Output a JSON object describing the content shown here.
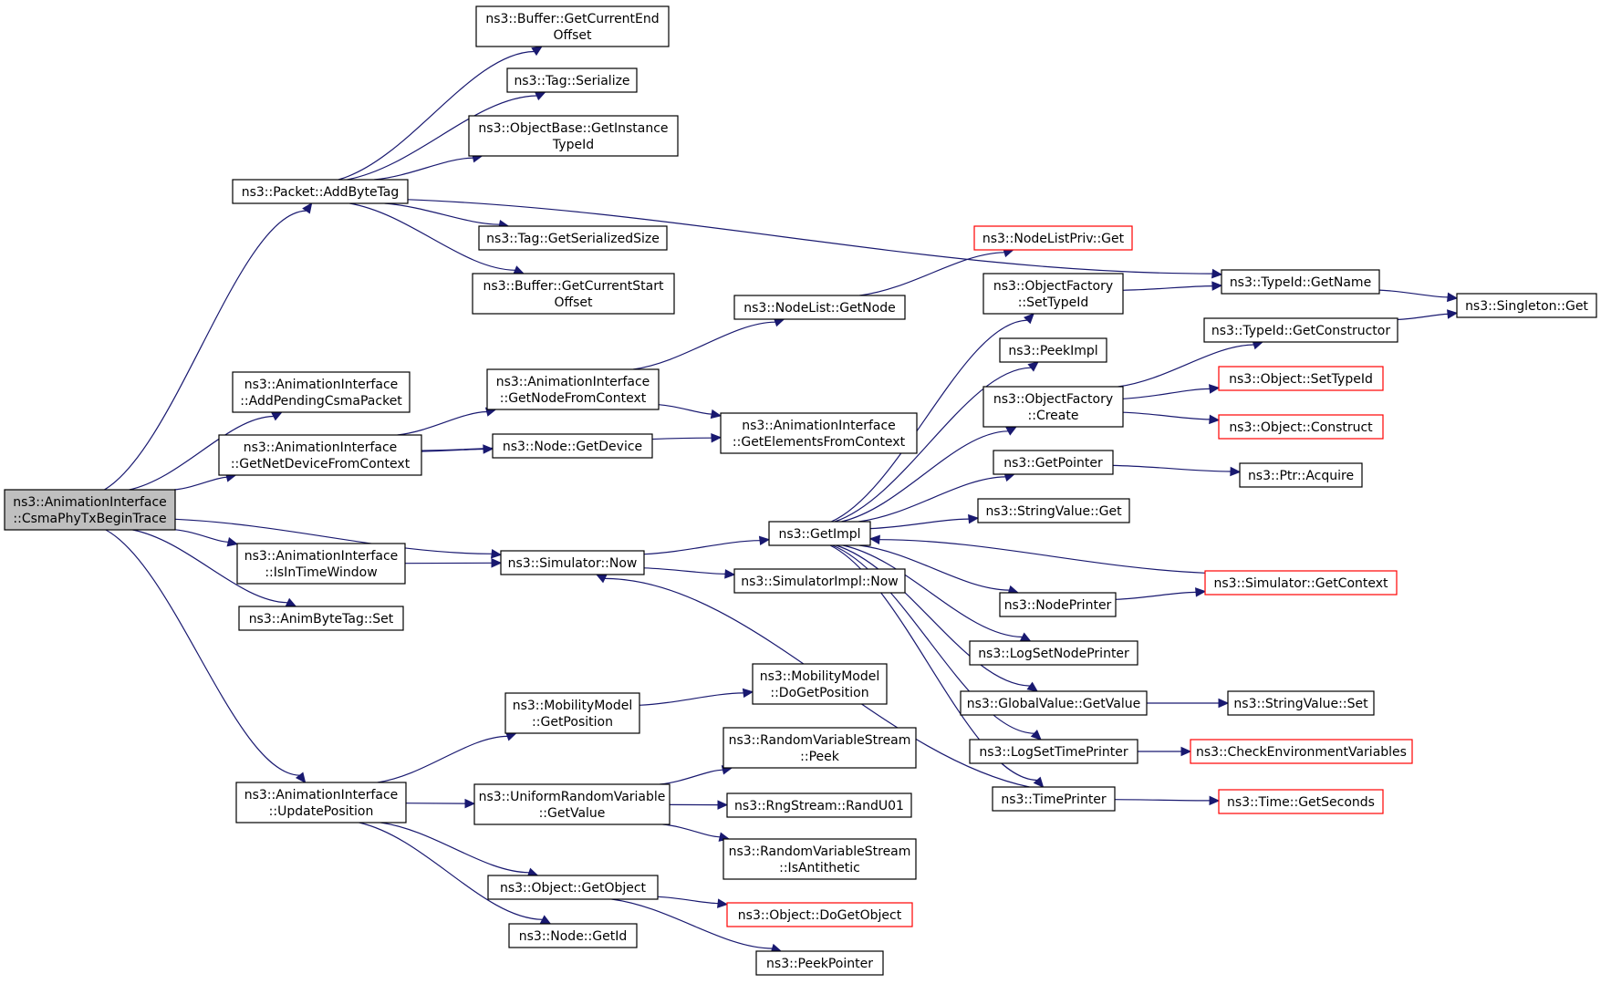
{
  "colors": {
    "edge": "#191970",
    "root_fill": "#bfbfbf",
    "node_border": "#000000",
    "truncated_border": "#ff0000"
  },
  "nodes": {
    "root": {
      "lines": [
        "ns3::AnimationInterface",
        "::CsmaPhyTxBeginTrace"
      ]
    },
    "addByteTag": {
      "lines": [
        "ns3::Packet::AddByteTag"
      ]
    },
    "addPendingCsmaPacket": {
      "lines": [
        "ns3::AnimationInterface",
        "::AddPendingCsmaPacket"
      ]
    },
    "getNetDeviceFromContext": {
      "lines": [
        "ns3::AnimationInterface",
        "::GetNetDeviceFromContext"
      ]
    },
    "isInTimeWindow": {
      "lines": [
        "ns3::AnimationInterface",
        "::IsInTimeWindow"
      ]
    },
    "animByteTagSet": {
      "lines": [
        "ns3::AnimByteTag::Set"
      ]
    },
    "updatePosition": {
      "lines": [
        "ns3::AnimationInterface",
        "::UpdatePosition"
      ]
    },
    "bufferGetCurrentEndOffset": {
      "lines": [
        "ns3::Buffer::GetCurrentEnd",
        "Offset"
      ]
    },
    "tagSerialize": {
      "lines": [
        "ns3::Tag::Serialize"
      ]
    },
    "getInstanceTypeId": {
      "lines": [
        "ns3::ObjectBase::GetInstance",
        "TypeId"
      ]
    },
    "tagGetSerializedSize": {
      "lines": [
        "ns3::Tag::GetSerializedSize"
      ]
    },
    "bufferGetCurrentStartOffset": {
      "lines": [
        "ns3::Buffer::GetCurrentStart",
        "Offset"
      ]
    },
    "getNodeFromContext": {
      "lines": [
        "ns3::AnimationInterface",
        "::GetNodeFromContext"
      ]
    },
    "nodeGetDevice": {
      "lines": [
        "ns3::Node::GetDevice"
      ]
    },
    "simulatorNow": {
      "lines": [
        "ns3::Simulator::Now"
      ]
    },
    "mobilityGetPosition": {
      "lines": [
        "ns3::MobilityModel",
        "::GetPosition"
      ]
    },
    "uniformGetValue": {
      "lines": [
        "ns3::UniformRandomVariable",
        "::GetValue"
      ]
    },
    "objectGetObject": {
      "lines": [
        "ns3::Object::GetObject"
      ]
    },
    "nodeGetId": {
      "lines": [
        "ns3::Node::GetId"
      ]
    },
    "nodeListGetNode": {
      "lines": [
        "ns3::NodeList::GetNode"
      ]
    },
    "getElementsFromContext": {
      "lines": [
        "ns3::AnimationInterface",
        "::GetElementsFromContext"
      ]
    },
    "getImpl": {
      "lines": [
        "ns3::GetImpl"
      ]
    },
    "simulatorImplNow": {
      "lines": [
        "ns3::SimulatorImpl::Now"
      ]
    },
    "mobilityDoGetPosition": {
      "lines": [
        "ns3::MobilityModel",
        "::DoGetPosition"
      ]
    },
    "rvsPeek": {
      "lines": [
        "ns3::RandomVariableStream",
        "::Peek"
      ]
    },
    "rngRandU01": {
      "lines": [
        "ns3::RngStream::RandU01"
      ]
    },
    "rvsIsAntithetic": {
      "lines": [
        "ns3::RandomVariableStream",
        "::IsAntithetic"
      ]
    },
    "objectDoGetObject": {
      "lines": [
        "ns3::Object::DoGetObject"
      ]
    },
    "peekPointer": {
      "lines": [
        "ns3::PeekPointer"
      ]
    },
    "nodeListPrivGet": {
      "lines": [
        "ns3::NodeListPriv::Get"
      ]
    },
    "objectFactorySetTypeId": {
      "lines": [
        "ns3::ObjectFactory",
        "::SetTypeId"
      ]
    },
    "peekImpl": {
      "lines": [
        "ns3::PeekImpl"
      ]
    },
    "objectFactoryCreate": {
      "lines": [
        "ns3::ObjectFactory",
        "::Create"
      ]
    },
    "getPointer": {
      "lines": [
        "ns3::GetPointer"
      ]
    },
    "stringValueGet": {
      "lines": [
        "ns3::StringValue::Get"
      ]
    },
    "nodePrinter": {
      "lines": [
        "ns3::NodePrinter"
      ]
    },
    "logSetNodePrinter": {
      "lines": [
        "ns3::LogSetNodePrinter"
      ]
    },
    "globalValueGetValue": {
      "lines": [
        "ns3::GlobalValue::GetValue"
      ]
    },
    "logSetTimePrinter": {
      "lines": [
        "ns3::LogSetTimePrinter"
      ]
    },
    "timePrinter": {
      "lines": [
        "ns3::TimePrinter"
      ]
    },
    "typeIdGetName": {
      "lines": [
        "ns3::TypeId::GetName"
      ]
    },
    "singletonGet": {
      "lines": [
        "ns3::Singleton::Get"
      ]
    },
    "typeIdGetConstructor": {
      "lines": [
        "ns3::TypeId::GetConstructor"
      ]
    },
    "objectSetTypeId": {
      "lines": [
        "ns3::Object::SetTypeId"
      ]
    },
    "objectConstruct": {
      "lines": [
        "ns3::Object::Construct"
      ]
    },
    "ptrAcquire": {
      "lines": [
        "ns3::Ptr::Acquire"
      ]
    },
    "simulatorGetContext": {
      "lines": [
        "ns3::Simulator::GetContext"
      ]
    },
    "stringValueSet": {
      "lines": [
        "ns3::StringValue::Set"
      ]
    },
    "checkEnvironmentVariables": {
      "lines": [
        "ns3::CheckEnvironmentVariables"
      ]
    },
    "timeGetSeconds": {
      "lines": [
        "ns3::Time::GetSeconds"
      ]
    }
  },
  "edges": [
    [
      "root",
      "addByteTag"
    ],
    [
      "root",
      "addPendingCsmaPacket"
    ],
    [
      "root",
      "getNetDeviceFromContext"
    ],
    [
      "root",
      "simulatorNow"
    ],
    [
      "root",
      "isInTimeWindow"
    ],
    [
      "root",
      "animByteTagSet"
    ],
    [
      "root",
      "updatePosition"
    ],
    [
      "addByteTag",
      "bufferGetCurrentEndOffset"
    ],
    [
      "addByteTag",
      "tagSerialize"
    ],
    [
      "addByteTag",
      "getInstanceTypeId"
    ],
    [
      "addByteTag",
      "typeIdGetName"
    ],
    [
      "addByteTag",
      "tagGetSerializedSize"
    ],
    [
      "addByteTag",
      "bufferGetCurrentStartOffset"
    ],
    [
      "getNetDeviceFromContext",
      "getNodeFromContext"
    ],
    [
      "getNetDeviceFromContext",
      "nodeGetDevice"
    ],
    [
      "getNetDeviceFromContext",
      "getElementsFromContext"
    ],
    [
      "getNodeFromContext",
      "nodeListGetNode"
    ],
    [
      "getNodeFromContext",
      "getElementsFromContext"
    ],
    [
      "nodeListGetNode",
      "nodeListPrivGet"
    ],
    [
      "isInTimeWindow",
      "simulatorNow"
    ],
    [
      "simulatorNow",
      "getImpl"
    ],
    [
      "simulatorNow",
      "simulatorImplNow"
    ],
    [
      "timePrinter",
      "simulatorNow"
    ],
    [
      "getImpl",
      "objectFactorySetTypeId"
    ],
    [
      "getImpl",
      "peekImpl"
    ],
    [
      "getImpl",
      "objectFactoryCreate"
    ],
    [
      "getImpl",
      "getPointer"
    ],
    [
      "getImpl",
      "stringValueGet"
    ],
    [
      "getImpl",
      "nodePrinter"
    ],
    [
      "getImpl",
      "logSetNodePrinter"
    ],
    [
      "getImpl",
      "globalValueGetValue"
    ],
    [
      "getImpl",
      "logSetTimePrinter"
    ],
    [
      "getImpl",
      "timePrinter"
    ],
    [
      "simulatorGetContext",
      "getImpl"
    ],
    [
      "objectFactorySetTypeId",
      "typeIdGetName"
    ],
    [
      "typeIdGetName",
      "singletonGet"
    ],
    [
      "objectFactoryCreate",
      "typeIdGetConstructor"
    ],
    [
      "objectFactoryCreate",
      "objectSetTypeId"
    ],
    [
      "objectFactoryCreate",
      "objectConstruct"
    ],
    [
      "typeIdGetConstructor",
      "singletonGet"
    ],
    [
      "getPointer",
      "ptrAcquire"
    ],
    [
      "nodePrinter",
      "simulatorGetContext"
    ],
    [
      "globalValueGetValue",
      "stringValueSet"
    ],
    [
      "logSetTimePrinter",
      "checkEnvironmentVariables"
    ],
    [
      "timePrinter",
      "timeGetSeconds"
    ],
    [
      "updatePosition",
      "mobilityGetPosition"
    ],
    [
      "updatePosition",
      "uniformGetValue"
    ],
    [
      "updatePosition",
      "objectGetObject"
    ],
    [
      "updatePosition",
      "nodeGetId"
    ],
    [
      "mobilityGetPosition",
      "mobilityDoGetPosition"
    ],
    [
      "uniformGetValue",
      "rvsPeek"
    ],
    [
      "uniformGetValue",
      "rngRandU01"
    ],
    [
      "uniformGetValue",
      "rvsIsAntithetic"
    ],
    [
      "objectGetObject",
      "objectDoGetObject"
    ],
    [
      "objectGetObject",
      "peekPointer"
    ]
  ]
}
